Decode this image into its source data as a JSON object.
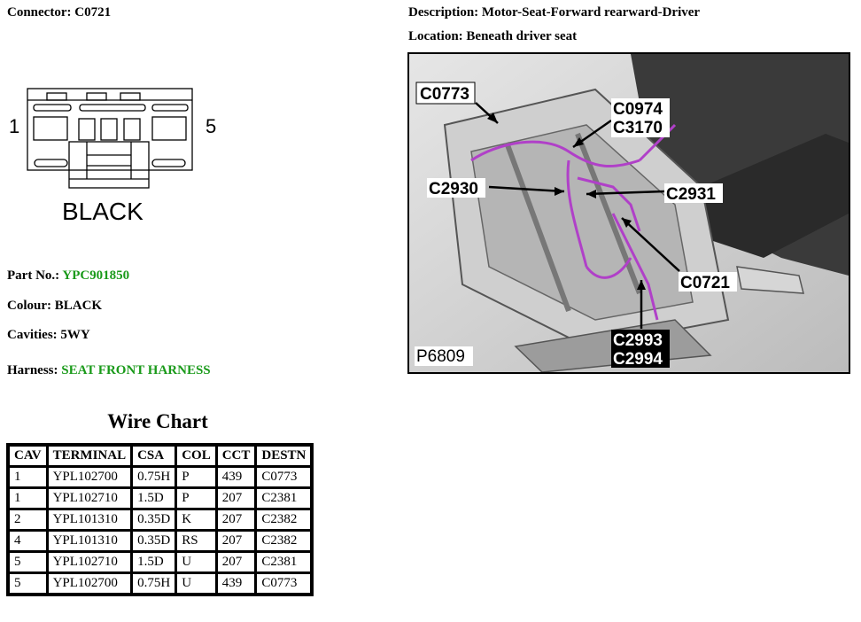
{
  "header": {
    "connector_label": "Connector:",
    "connector_value": "C0721",
    "description_label": "Description:",
    "description_value": "Motor-Seat-Forward rearward-Driver",
    "location_label": "Location:",
    "location_value": "Beneath driver seat"
  },
  "connector_drawing": {
    "pin_left": "1",
    "pin_right": "5",
    "colour_text": "BLACK"
  },
  "details": {
    "part_label": "Part No.:",
    "part_value": "YPC901850",
    "colour_label": "Colour:",
    "colour_value": "BLACK",
    "cavities_label": "Cavities:",
    "cavities_value": "5WY",
    "harness_label": "Harness:",
    "harness_value": "SEAT FRONT HARNESS",
    "accent_color": "#1a9a1a"
  },
  "photo": {
    "callouts": [
      "C0773",
      "C0974",
      "C3170",
      "C2930",
      "C2931",
      "C0721",
      "C2993",
      "C2994"
    ],
    "figure_id": "P6809",
    "harness_color": "#b040c8"
  },
  "wire_chart": {
    "title": "Wire Chart",
    "columns": [
      "CAV",
      "TERMINAL",
      "CSA",
      "COL",
      "CCT",
      "DESTN"
    ],
    "rows": [
      [
        "1",
        "YPL102700",
        "0.75H",
        "P",
        "439",
        "C0773"
      ],
      [
        "1",
        "YPL102710",
        "1.5D",
        "P",
        "207",
        "C2381"
      ],
      [
        "2",
        "YPL101310",
        "0.35D",
        "K",
        "207",
        "C2382"
      ],
      [
        "4",
        "YPL101310",
        "0.35D",
        "RS",
        "207",
        "C2382"
      ],
      [
        "5",
        "YPL102710",
        "1.5D",
        "U",
        "207",
        "C2381"
      ],
      [
        "5",
        "YPL102700",
        "0.75H",
        "U",
        "439",
        "C0773"
      ]
    ]
  }
}
